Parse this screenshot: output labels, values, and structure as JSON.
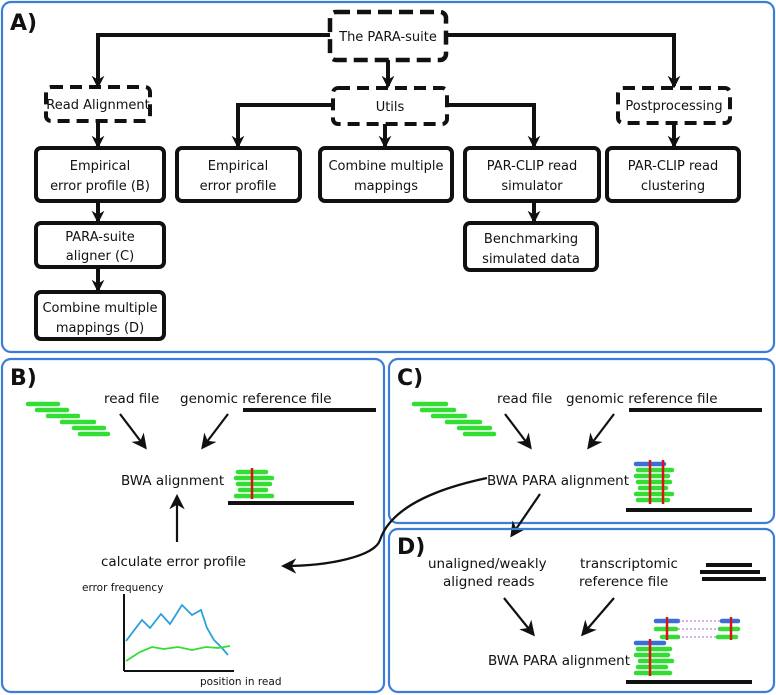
{
  "panels": {
    "A": "A)",
    "B": "B)",
    "C": "C)",
    "D": "D)"
  },
  "panelA": {
    "root": "The PARA-suite",
    "categories": {
      "read_alignment": "Read Alignment",
      "utils": "Utils",
      "postprocessing": "Postprocessing"
    },
    "boxes": {
      "emp_b": [
        "Empirical",
        "error profile (B)"
      ],
      "aligner_c": [
        "PARA-suite",
        "aligner (C)"
      ],
      "combine_d": [
        "Combine multiple",
        "mappings (D)"
      ],
      "emp_utils": [
        "Empirical",
        "error profile"
      ],
      "combine_utils": [
        "Combine multiple",
        "mappings"
      ],
      "simulator": [
        "PAR-CLIP read",
        "simulator"
      ],
      "benchmark": [
        "Benchmarking",
        "simulated data"
      ],
      "clustering": [
        "PAR-CLIP read",
        "clustering"
      ]
    }
  },
  "panelB": {
    "read_file": "read file",
    "genomic_ref": "genomic reference file",
    "bwa": "BWA alignment",
    "calc_error": "calculate error profile",
    "y_axis": "error frequency",
    "x_axis": "position in read"
  },
  "panelC": {
    "read_file": "read file",
    "genomic_ref": "genomic reference file",
    "bwa_para": "BWA PARA alignment"
  },
  "panelD": {
    "unaligned": [
      "unaligned/weakly",
      "aligned reads"
    ],
    "transcriptomic": [
      "transcriptomic",
      "reference file"
    ],
    "bwa_para": "BWA PARA alignment"
  },
  "colors": {
    "panel_border": "#3b7dd8",
    "read_green": "#33dd33",
    "mismatch_red": "#dd1111",
    "blue_read": "#3a6fd8",
    "curve_blue": "#2aa2d8",
    "curve_green": "#33dd33",
    "line_black": "#111111"
  },
  "icons": {
    "reads": "green-read-stack-icon",
    "reference": "reference-line-icon",
    "mismatch": "mismatch-marker-icon"
  }
}
